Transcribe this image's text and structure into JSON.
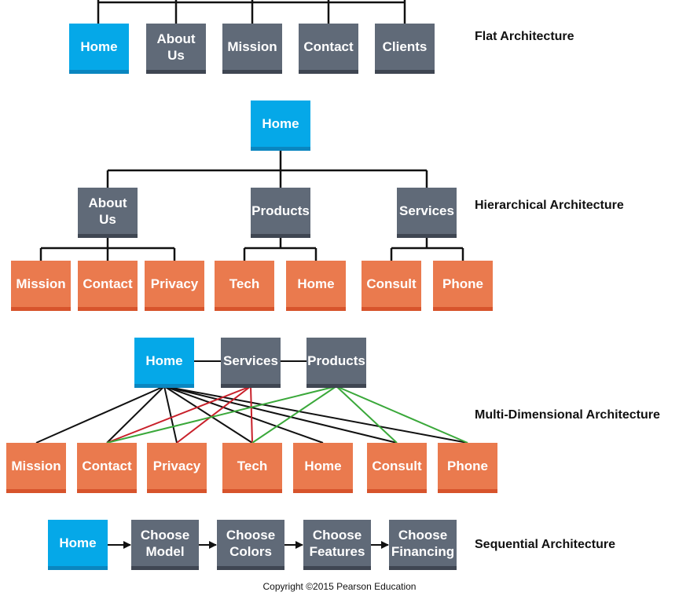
{
  "flat": {
    "label": "Flat Architecture",
    "nodes": [
      "Home",
      "About\nUs",
      "Mission",
      "Contact",
      "Clients"
    ]
  },
  "hierarchical": {
    "label": "Hierarchical Architecture",
    "root": "Home",
    "level2": [
      "About\nUs",
      "Products",
      "Services"
    ],
    "level3": [
      "Mission",
      "Contact",
      "Privacy",
      "Tech",
      "Home",
      "Consult",
      "Phone"
    ]
  },
  "multi": {
    "label": "Multi-Dimensional Architecture",
    "top": [
      "Home",
      "Services",
      "Products"
    ],
    "bottom": [
      "Mission",
      "Contact",
      "Privacy",
      "Tech",
      "Home",
      "Consult",
      "Phone"
    ]
  },
  "sequential": {
    "label": "Sequential Architecture",
    "nodes": [
      "Home",
      "Choose\nModel",
      "Choose\nColors",
      "Choose\nFeatures",
      "Choose\nFinancing"
    ]
  },
  "colors": {
    "home_blue": "#05a8e8",
    "node_grey": "#606a78",
    "leaf_orange": "#ea7a4e",
    "link_black": "#111111",
    "link_red": "#c8202a",
    "link_green": "#3aa83a"
  },
  "copyright": "Copyright ©2015 Pearson Education"
}
